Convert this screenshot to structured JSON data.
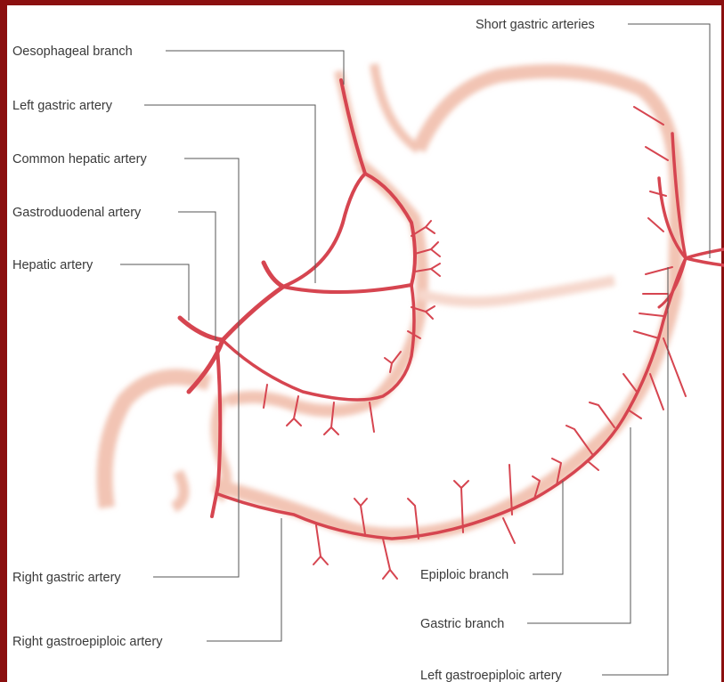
{
  "colors": {
    "frame": "#8b0f0f",
    "artery": "#d64550",
    "organ": "#f2c4b4"
  },
  "labels": {
    "oesophageal_branch": "Oesophageal branch",
    "left_gastric_artery": "Left gastric artery",
    "common_hepatic_artery": "Common hepatic artery",
    "gastroduodenal_artery": "Gastroduodenal artery",
    "hepatic_artery": "Hepatic artery",
    "short_gastric_arteries": "Short gastric arteries",
    "right_gastric_artery": "Right gastric artery",
    "right_gastroepiploic_artery": "Right gastroepiploic artery",
    "epiploic_branch": "Epiploic branch",
    "gastric_branch": "Gastric branch",
    "left_gastroepiploic_artery": "Left gastroepiploic artery"
  }
}
